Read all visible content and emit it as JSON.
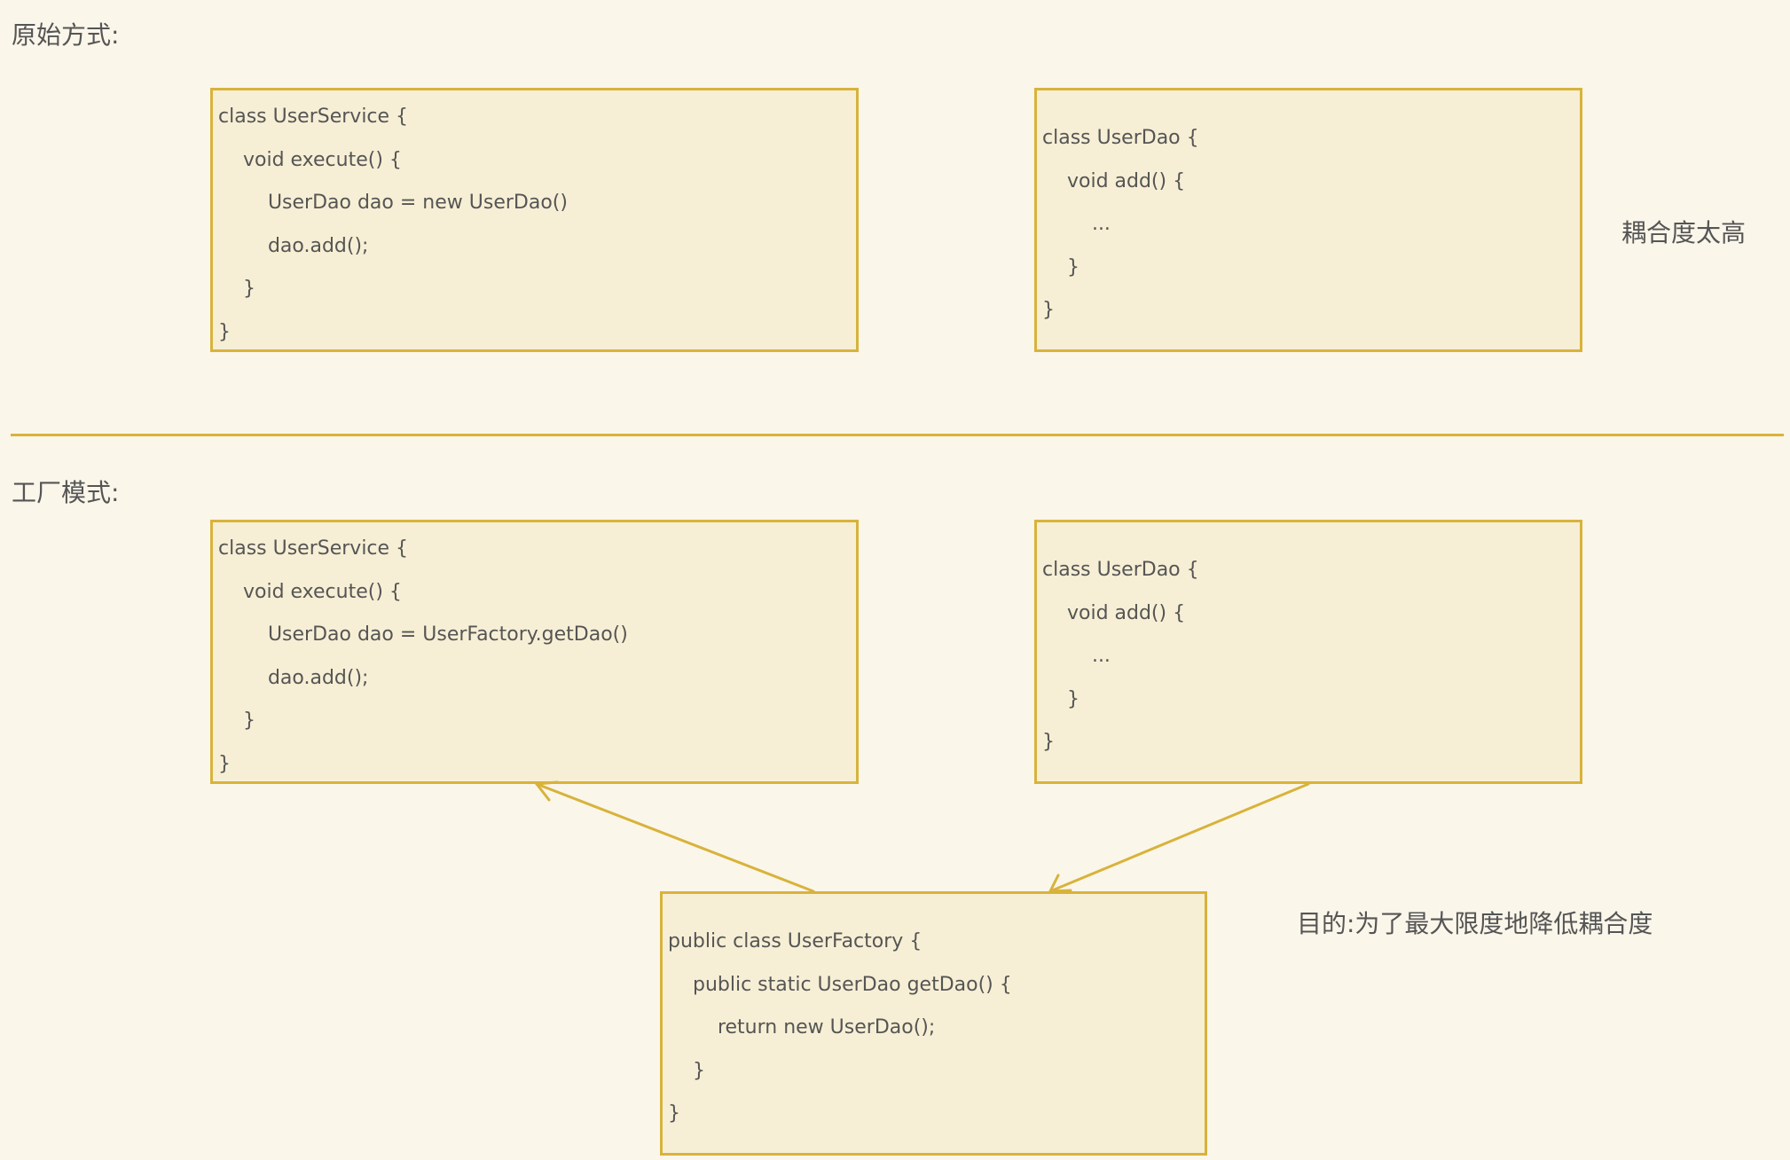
{
  "sections": {
    "original": "原始方式:",
    "factory": "工厂模式:"
  },
  "notes": {
    "coupling": "耦合度太高",
    "goal": "目的:为了最大限度地降低耦合度"
  },
  "boxes": {
    "service_original": [
      "class UserService {",
      "    void execute() {",
      "        UserDao dao = new UserDao()",
      "        dao.add();",
      "    }",
      "}"
    ],
    "dao_original": [
      "class UserDao {",
      "    void add() {",
      "        ...",
      "    }",
      "}"
    ],
    "service_factory": [
      "class UserService {",
      "    void execute() {",
      "        UserDao dao = UserFactory.getDao()",
      "        dao.add();",
      "    }",
      "}"
    ],
    "dao_factory": [
      "class UserDao {",
      "    void add() {",
      "        ...",
      "    }",
      "}"
    ],
    "factory": [
      "public class UserFactory {",
      "    public static UserDao getDao() {",
      "        return new UserDao();",
      "    }",
      "}"
    ]
  },
  "colors": {
    "background": "#fbf6ea",
    "box_fill": "#f7efd5",
    "accent": "#d8b33b",
    "text": "#555555"
  }
}
